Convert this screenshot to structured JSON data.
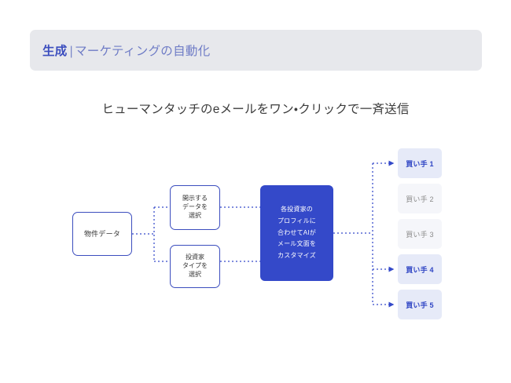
{
  "header": {
    "strong_label": "生成",
    "separator": "|",
    "rest_label": "マーケティングの自動化",
    "background_color": "#e7e8ec",
    "accent_color": "#3b4dbe"
  },
  "subtitle": {
    "text": "ヒューマンタッチのeメールをワン・クリックで一斉送信"
  },
  "diagram": {
    "type": "flow",
    "accent_color": "#3449c9",
    "nodes": [
      {
        "id": "source",
        "label": "物件データ",
        "style": "outline"
      },
      {
        "id": "step1",
        "label": "開示する\nデータを\n選択",
        "style": "outline"
      },
      {
        "id": "step2",
        "label": "投資家\nタイプを\n選択",
        "style": "outline"
      },
      {
        "id": "ai",
        "label": "各投資家の\nプロフィルに\n合わせてAIが\nメール文面を\nカスタマイズ",
        "style": "filled"
      }
    ],
    "buyers": [
      {
        "label": "買い手 1",
        "state": "active"
      },
      {
        "label": "買い手 2",
        "state": "inactive"
      },
      {
        "label": "買い手 3",
        "state": "inactive"
      },
      {
        "label": "買い手 4",
        "state": "active"
      },
      {
        "label": "買い手 5",
        "state": "active"
      }
    ]
  }
}
